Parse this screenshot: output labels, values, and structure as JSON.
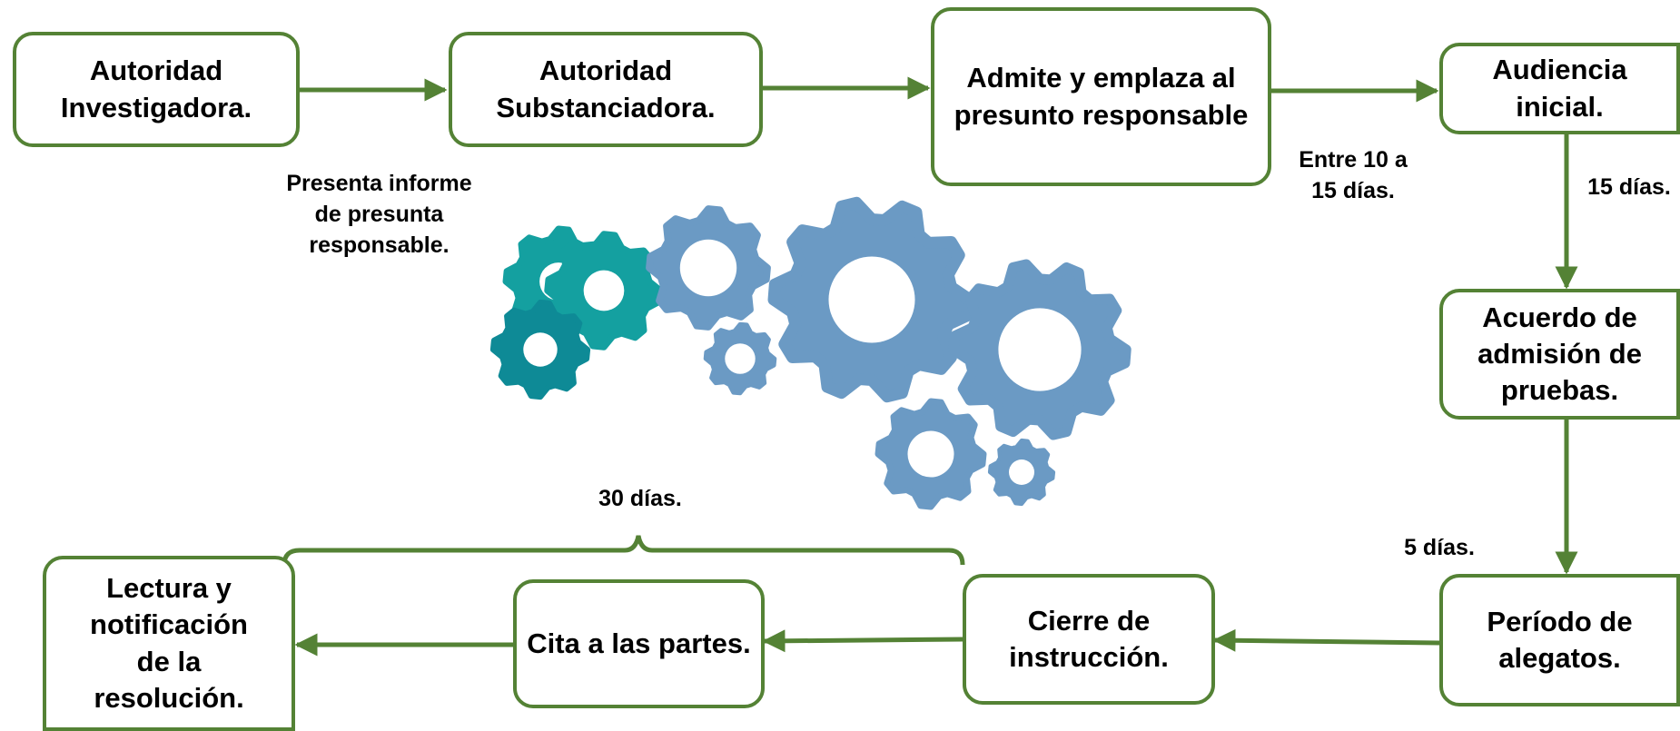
{
  "colors": {
    "border": "#548235",
    "arrow": "#548235",
    "gear_blue": "#6b9ac4",
    "gear_teal": "#14a0a0",
    "gear_teal_dark": "#0e8a96"
  },
  "steps": {
    "investigadora": "Autoridad Investigadora.",
    "substanciadora": "Autoridad Substanciadora.",
    "admite": "Admite y emplaza al presunto responsable",
    "audiencia": "Audiencia inicial.",
    "acuerdo": "Acuerdo de admisión de pruebas.",
    "alegatos": "Período de alegatos.",
    "cierre": "Cierre de instrucción.",
    "cita": "Cita a las partes.",
    "lectura": "Lectura y notificación de la resolución."
  },
  "labels": {
    "presenta": "Presenta informe de presunta responsable.",
    "entre": "Entre 10 a 15 días.",
    "quince": "15 días.",
    "cinco": "5 días.",
    "treinta": "30 días."
  },
  "icons": {
    "gears": "gears-illustration"
  }
}
